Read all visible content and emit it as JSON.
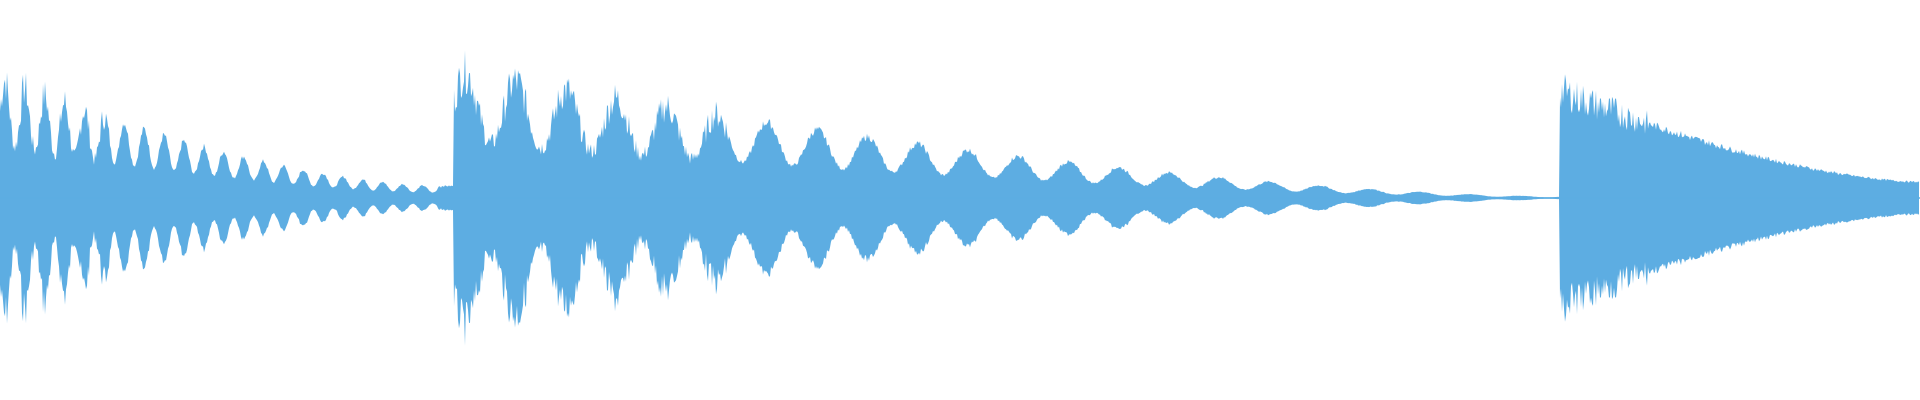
{
  "waveform": {
    "color": "#5dade2",
    "background": "#ffffff",
    "segments": [
      {
        "start": 0.0,
        "end": 0.228,
        "peak": 0.3,
        "decay_to": 0.03,
        "ripple": true
      },
      {
        "start": 0.228,
        "end": 0.236,
        "peak": 0.03,
        "decay_to": 0.03,
        "ripple": false
      },
      {
        "start": 0.236,
        "end": 0.812,
        "peak": 0.32,
        "decay_to": 0.004,
        "ripple": true
      },
      {
        "start": 0.812,
        "end": 1.0,
        "peak": 0.27,
        "decay_to": 0.04,
        "ripple": false
      }
    ]
  }
}
